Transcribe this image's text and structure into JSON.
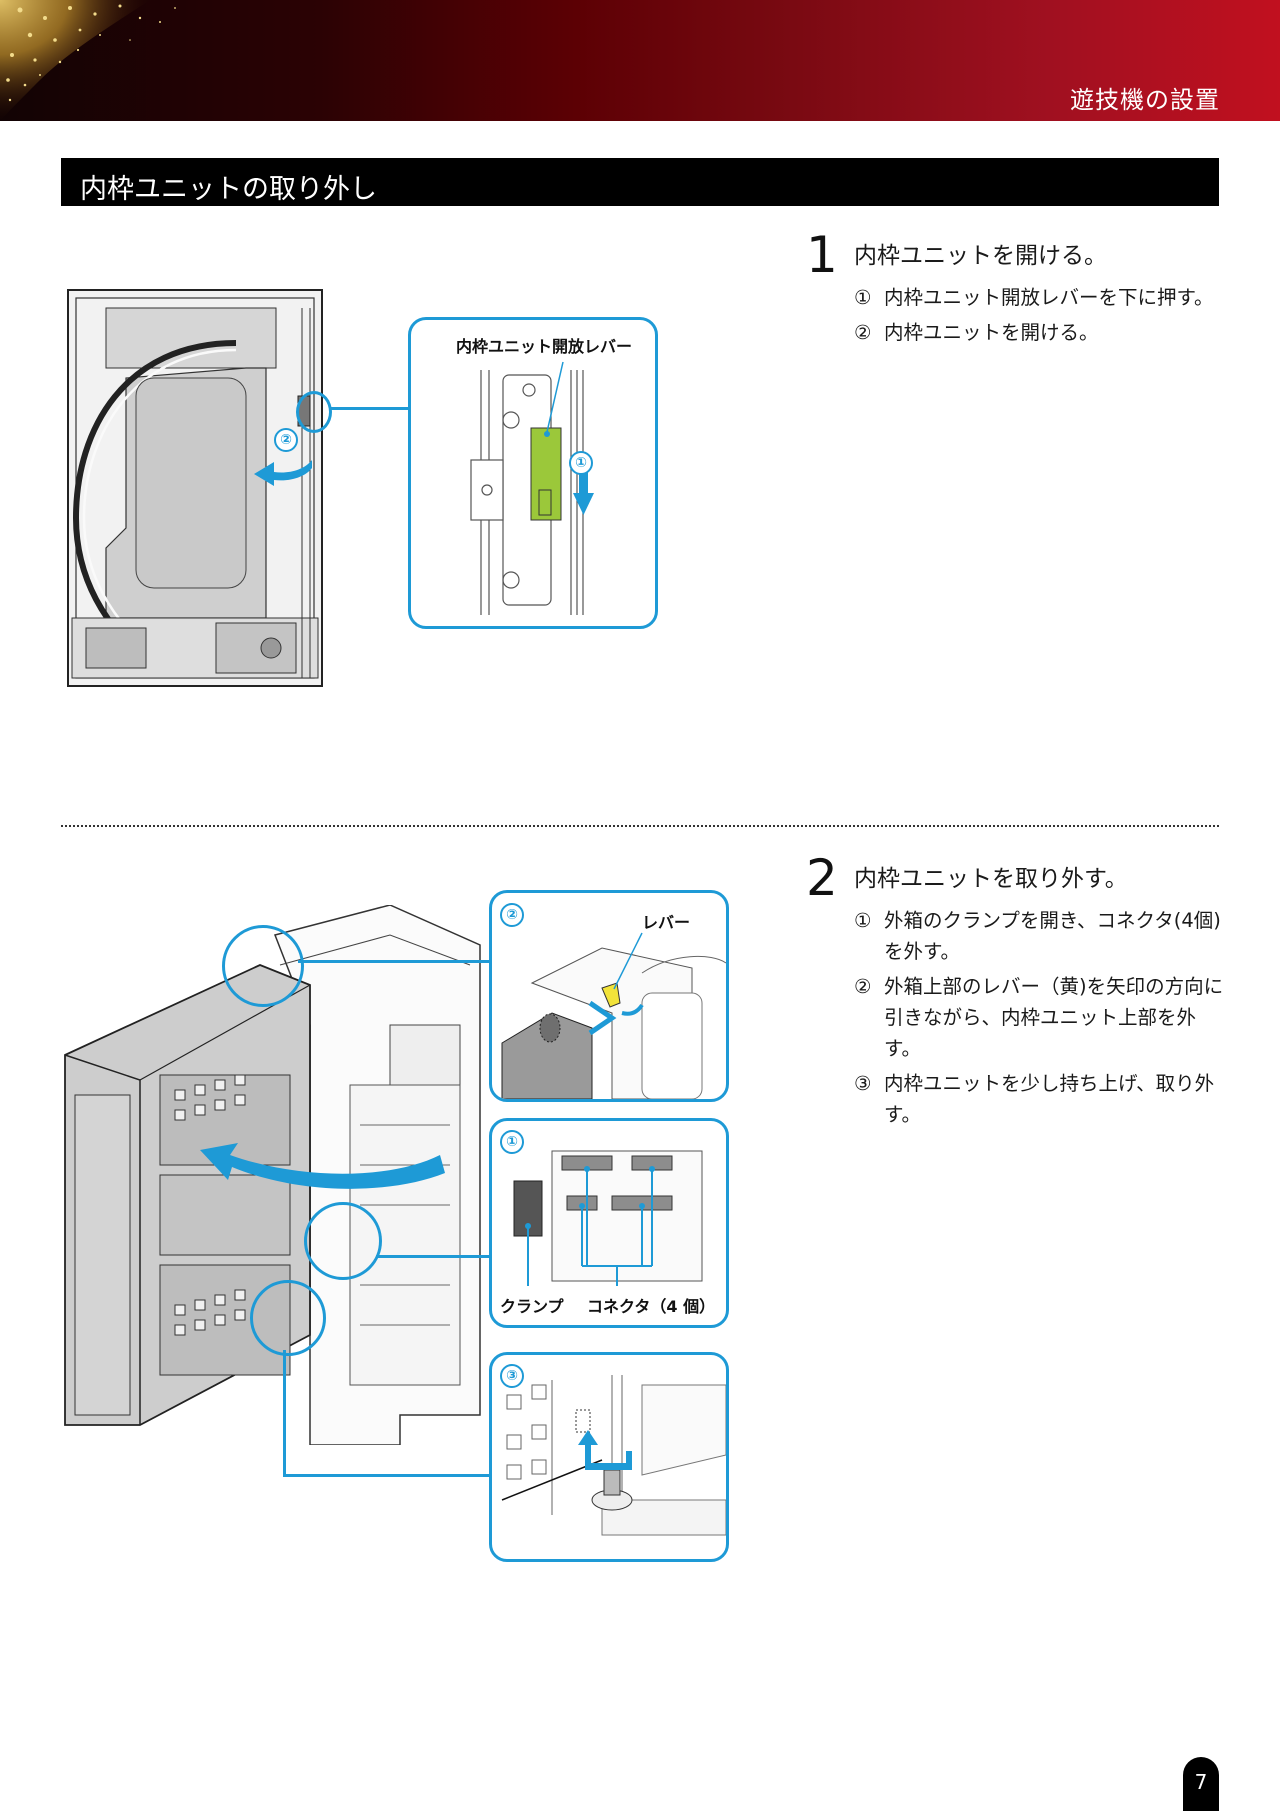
{
  "header": {
    "chapter_title": "遊技機の設置"
  },
  "section": {
    "title": "内枠ユニットの取り外し"
  },
  "steps": [
    {
      "number": "1",
      "heading": "内枠ユニットを開ける。",
      "substeps": [
        {
          "mark": "①",
          "text": "内枠ユニット開放レバーを下に押す。"
        },
        {
          "mark": "②",
          "text": "内枠ユニットを開ける。"
        }
      ],
      "figure": {
        "callout_label": "内枠ユニット開放レバー",
        "markers": [
          "①",
          "②"
        ]
      }
    },
    {
      "number": "2",
      "heading": "内枠ユニットを取り外す。",
      "substeps": [
        {
          "mark": "①",
          "text": "外箱のクランプを開き、コネクタ(4個)を外す。"
        },
        {
          "mark": "②",
          "text": "外箱上部のレバー（黄)を矢印の方向に引きながら、内枠ユニット上部を外す。"
        },
        {
          "mark": "③",
          "text": "内枠ユニットを少し持ち上げ、取り外す。"
        }
      ],
      "figure": {
        "callouts": [
          {
            "marker": "②",
            "label": "レバー"
          },
          {
            "marker": "①",
            "labels": [
              "クランプ",
              "コネクタ（4 個）"
            ]
          },
          {
            "marker": "③"
          }
        ]
      }
    }
  ],
  "colors": {
    "accent_blue": "#1e9ad6",
    "lever_green": "#9bc83a",
    "lever_yellow": "#f2e33a",
    "banner_red": "#c1101f"
  },
  "footer": {
    "page_number": "7"
  }
}
